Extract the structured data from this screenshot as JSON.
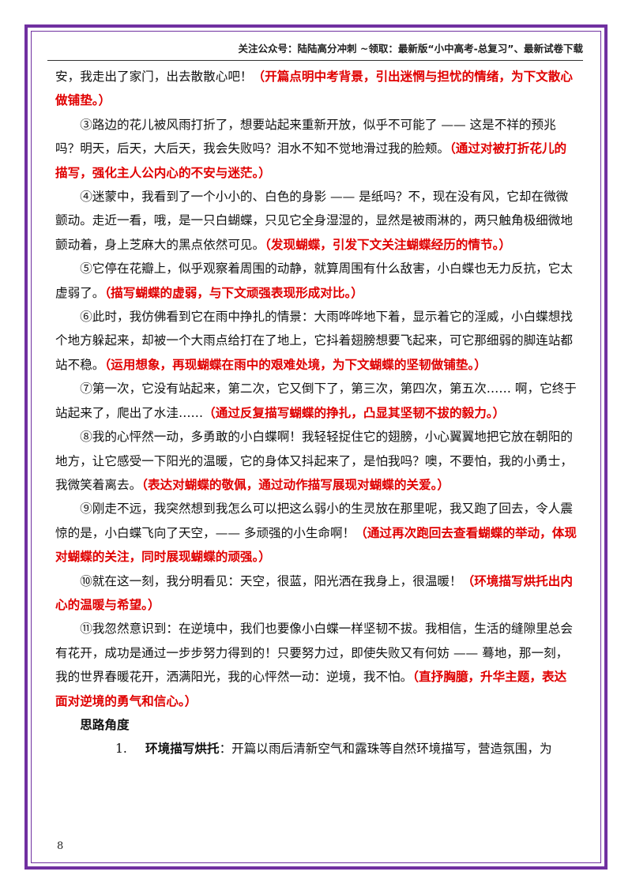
{
  "header": {
    "text": "关注公众号：陆陆高分冲刺 ~领取：最新版“小中高考-总复习”、最新试卷下载"
  },
  "paragraphs": [
    {
      "indent": false,
      "text": "安，我走出了家门，出去散散心吧！",
      "note": "（开篇点明中考背景，引出迷惘与担忧的情绪，为下文散心做铺垫。）"
    },
    {
      "indent": true,
      "text": "③路边的花儿被风雨打折了，想要站起来重新开放，似乎不可能了 —— 这是不祥的预兆吗？明天，后天，大后天，我会失败吗？泪水不知不觉地滑过我的脸颊。",
      "note": "（通过对被打折花儿的描写，强化主人公内心的不安与迷茫。）"
    },
    {
      "indent": true,
      "text": "④迷蒙中，我看到了一个小小的、白色的身影 —— 是纸吗？不，现在没有风，它却在微微颤动。走近一看，哦，是一只白蝴蝶，只见它全身湿湿的，显然是被雨淋的，两只触角极细微地颤动着，身上芝麻大的黑点依然可见。",
      "note": "（发现蝴蝶，引发下文关注蝴蝶经历的情节。）"
    },
    {
      "indent": true,
      "text": "⑤它停在花瓣上，似乎观察着周围的动静，就算周围有什么敌害，小白蝶也无力反抗，它太虚弱了。",
      "note": "（描写蝴蝶的虚弱，与下文顽强表现形成对比。）"
    },
    {
      "indent": true,
      "text": "⑥此时，我仿佛看到它在雨中挣扎的情景：大雨哗哗地下着，显示着它的淫威，小白蝶想找个地方躲起来，却被一个大雨点给打在了地上，它抖着翅膀想要飞起来，可它那细弱的脚连站都站不稳。",
      "note": "（运用想象，再现蝴蝶在雨中的艰难处境，为下文蝴蝶的坚韧做铺垫。）"
    },
    {
      "indent": true,
      "text": "⑦第一次，它没有站起来，第二次，它又倒下了，第三次，第四次，第五次…… 啊，它终于站起来了，爬出了水洼……",
      "note": "（通过反复描写蝴蝶的挣扎，凸显其坚韧不拔的毅力。）"
    },
    {
      "indent": true,
      "text": "⑧我的心怦然一动，多勇敢的小白蝶啊！我轻轻捉住它的翅膀，小心翼翼地把它放在朝阳的地方，让它感受一下阳光的温暖，它的身体又抖起来了，是怕我吗？噢，不要怕，我的小勇士，我微笑着离去。",
      "note": "（表达对蝴蝶的敬佩，通过动作描写展现对蝴蝶的关爱。）"
    },
    {
      "indent": true,
      "text": "⑨刚走不远，我突然想到我怎么可以把这么弱小的生灵放在那里呢，我又跑了回去，令人震惊的是，小白蝶飞向了天空，—— 多顽强的小生命啊！",
      "note": "（通过再次跑回去查看蝴蝶的举动，体现对蝴蝶的关注，同时展现蝴蝶的顽强。）"
    },
    {
      "indent": true,
      "text": "⑩就在这一刻，我分明看见：天空，很蓝，阳光洒在我身上，很温暖！",
      "note": "（环境描写烘托出内心的温暖与希望。）"
    },
    {
      "indent": true,
      "text": "⑪我忽然意识到：在逆境中，我们也要像小白蝶一样坚韧不拔。我相信，生活的缝隙里总会有花开，成功是通过一步步努力得到的！只要努力过，即使失败又有何妨 —— 蓦地，那一刻，我的世界春暖花开，洒满阳光，我的心怦然一动：逆境，我不怕。",
      "note": "（直抒胸臆，升华主题，表达面对逆境的勇气和信心。）"
    }
  ],
  "section_title": "思路角度",
  "list": [
    {
      "num": "1.",
      "term": "环境描写烘托",
      "text": "：开篇以雨后清新空气和露珠等自然环境描写，营造氛围，为"
    }
  ],
  "page_number": "8",
  "colors": {
    "frame": "#7030a0",
    "note": "#e00000"
  }
}
